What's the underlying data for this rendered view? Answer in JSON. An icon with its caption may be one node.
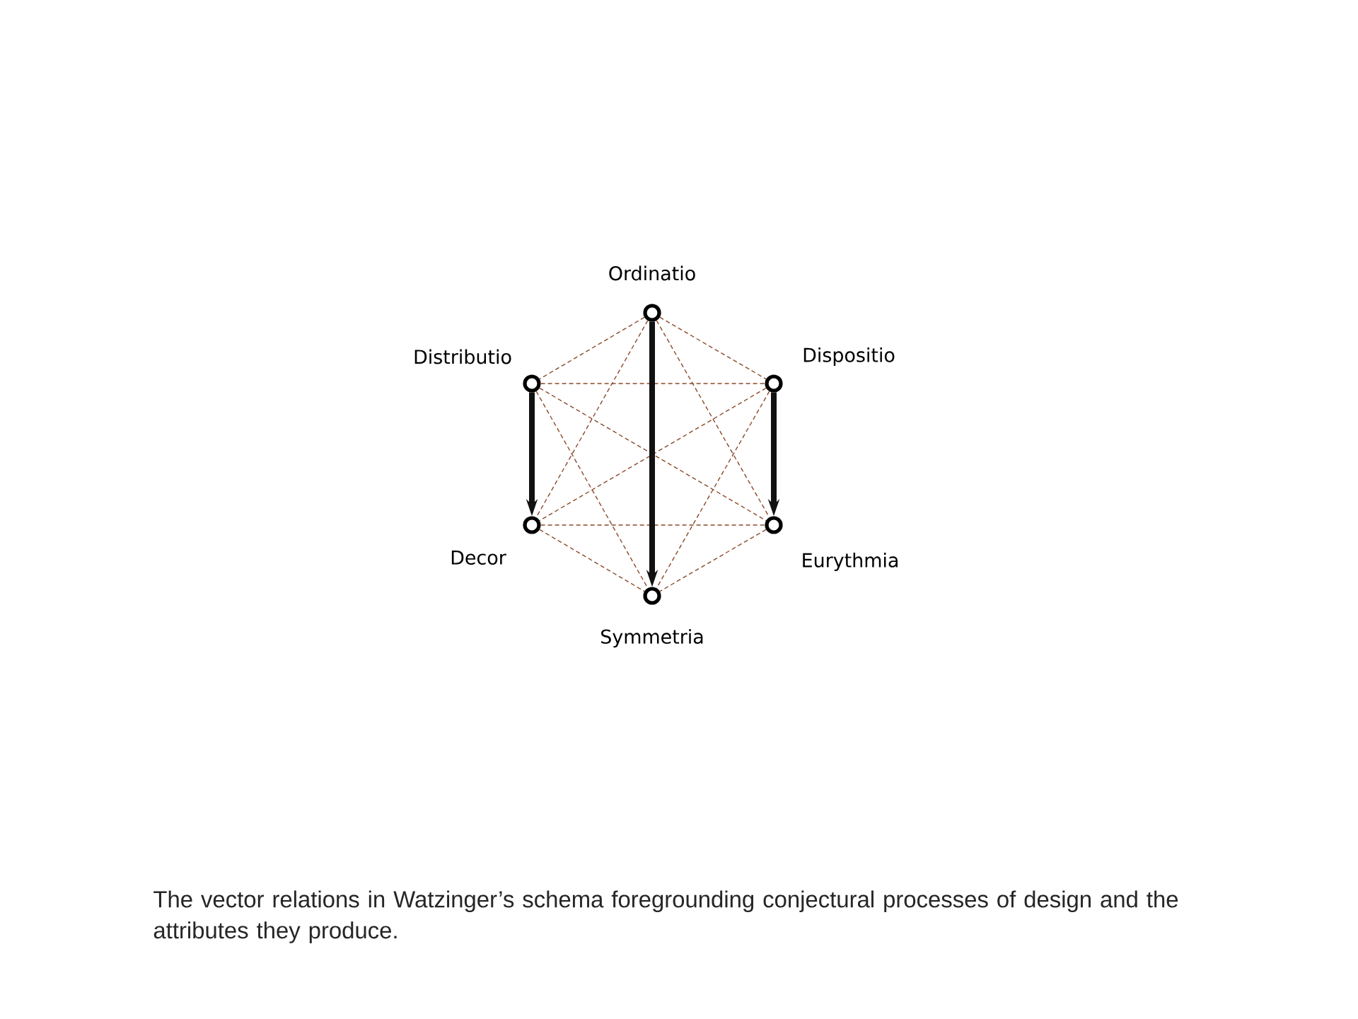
{
  "diagram": {
    "caption": "The vector relations in Watzinger’s schema foregrounding conjectural processes of design and the attributes they produce.",
    "nodes": [
      {
        "text": [],
        "shape": "circle",
        "beside": [
          "Ordinatio"
        ]
      },
      {
        "text": [],
        "shape": "circle",
        "beside": [
          "Distributio"
        ]
      },
      {
        "text": [],
        "shape": "circle",
        "beside": [
          "Dispositio"
        ]
      },
      {
        "text": [],
        "shape": "circle",
        "beside": [
          "Decor"
        ]
      },
      {
        "text": [],
        "shape": "circle",
        "beside": [
          "Eurythmia"
        ]
      },
      {
        "text": [],
        "shape": "circle",
        "beside": [
          "Symmetria"
        ]
      }
    ],
    "edges": [
      {
        "from": 0,
        "to": 5,
        "arrow": "to",
        "style": "thick",
        "color": "#111111"
      },
      {
        "from": 1,
        "to": 3,
        "arrow": "to",
        "style": "thick",
        "color": "#111111"
      },
      {
        "from": 2,
        "to": 4,
        "arrow": "to",
        "style": "thick",
        "color": "#111111"
      },
      {
        "from": 0,
        "to": 1,
        "arrow": "none",
        "style": "dashed"
      },
      {
        "from": 0,
        "to": 2,
        "arrow": "none",
        "style": "dashed"
      },
      {
        "from": 0,
        "to": 3,
        "arrow": "none",
        "style": "dashed"
      },
      {
        "from": 0,
        "to": 4,
        "arrow": "none",
        "style": "dashed"
      },
      {
        "from": 1,
        "to": 2,
        "arrow": "none",
        "style": "dashed"
      },
      {
        "from": 1,
        "to": 4,
        "arrow": "none",
        "style": "dashed"
      },
      {
        "from": 1,
        "to": 5,
        "arrow": "none",
        "style": "dashed"
      },
      {
        "from": 2,
        "to": 3,
        "arrow": "none",
        "style": "dashed"
      },
      {
        "from": 2,
        "to": 5,
        "arrow": "none",
        "style": "dashed"
      },
      {
        "from": 3,
        "to": 4,
        "arrow": "none",
        "style": "dashed"
      },
      {
        "from": 3,
        "to": 5,
        "arrow": "none",
        "style": "dashed"
      },
      {
        "from": 4,
        "to": 5,
        "arrow": "none",
        "style": "dashed"
      }
    ]
  }
}
